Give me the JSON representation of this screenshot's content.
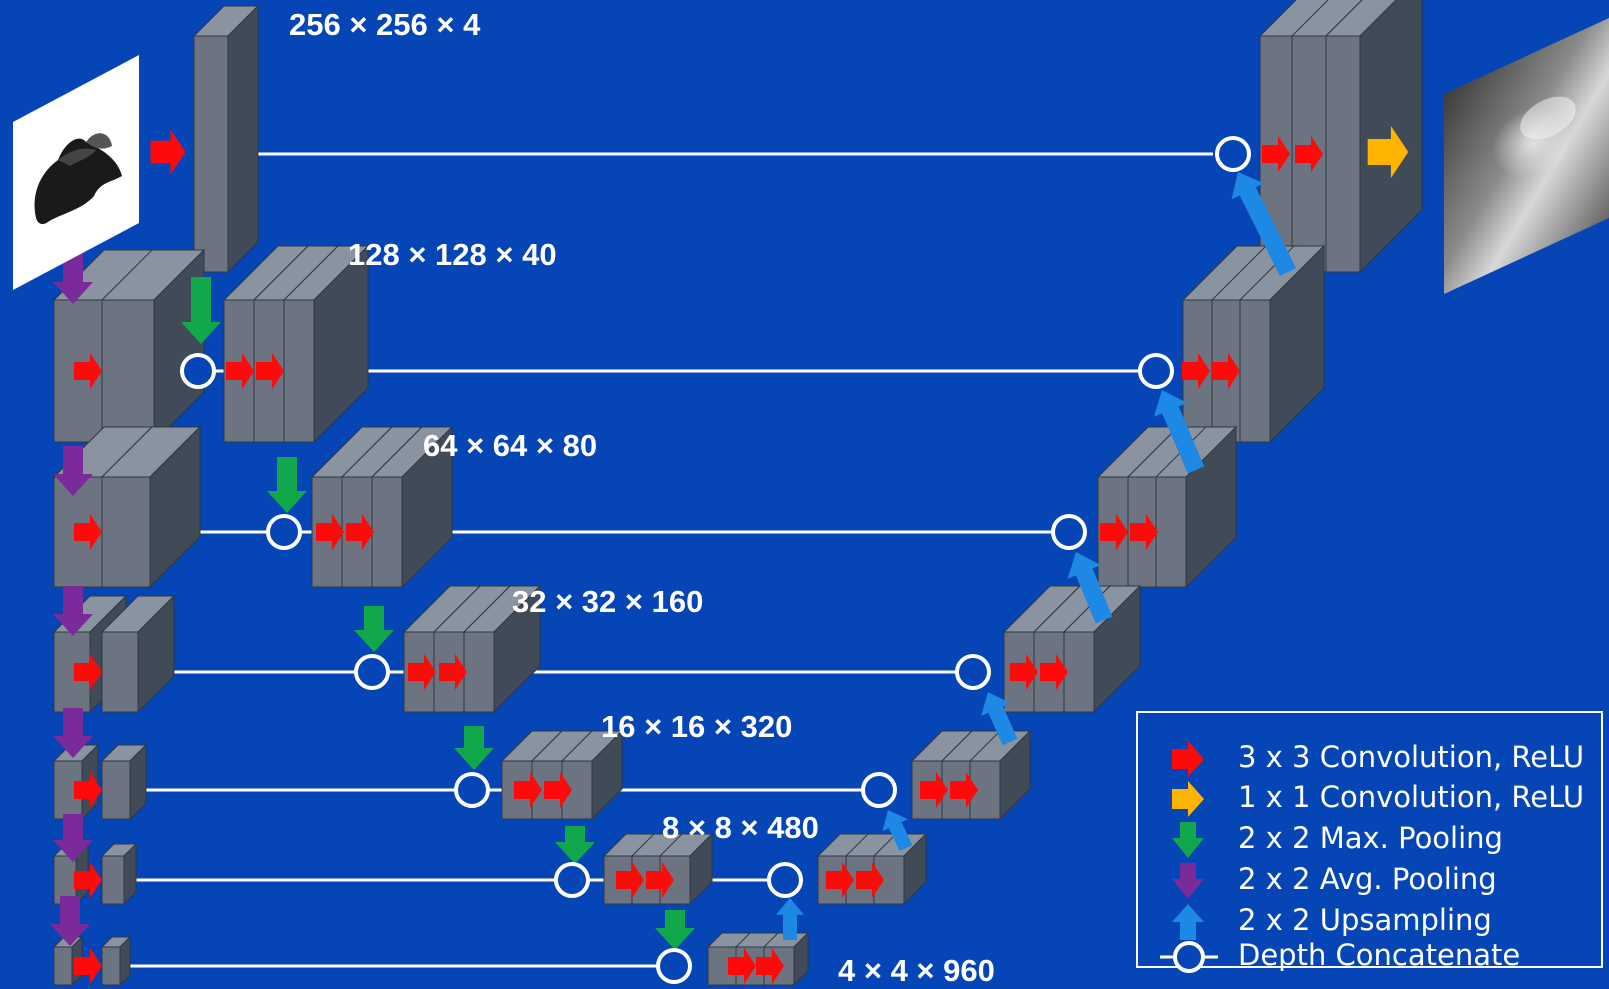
{
  "dimension_labels": [
    "256 × 256 × 4",
    "128 × 128 × 40",
    "64 × 64 × 80",
    "32 × 32 × 160",
    "16 × 16 × 320",
    "8 × 8 × 480",
    "4 × 4 × 960"
  ],
  "legend": [
    {
      "label": "3 x 3 Convolution, ReLU",
      "icon": "red-right-arrow-icon"
    },
    {
      "label": "1 x 1 Convolution, ReLU",
      "icon": "yellow-right-arrow-icon"
    },
    {
      "label": "2 x 2 Max. Pooling",
      "icon": "green-down-arrow-icon"
    },
    {
      "label": "2 x 2 Avg. Pooling",
      "icon": "purple-down-arrow-icon"
    },
    {
      "label": "2 x 2 Upsampling",
      "icon": "blue-up-arrow-icon"
    },
    {
      "label": "Depth Concatenate",
      "icon": "concatenate-circle-icon"
    }
  ],
  "colors": {
    "background": "#0645B5",
    "block_face": "#6B7480",
    "block_side": "#414B57",
    "block_top": "#8A94A1",
    "conv_arrow": "#FF0A0A",
    "one_by_one_arrow": "#FFB400",
    "max_pool_arrow": "#10A84A",
    "avg_pool_arrow": "#7B2A9A",
    "upsample_arrow": "#1E88E5",
    "line": "#FFFFFF"
  }
}
